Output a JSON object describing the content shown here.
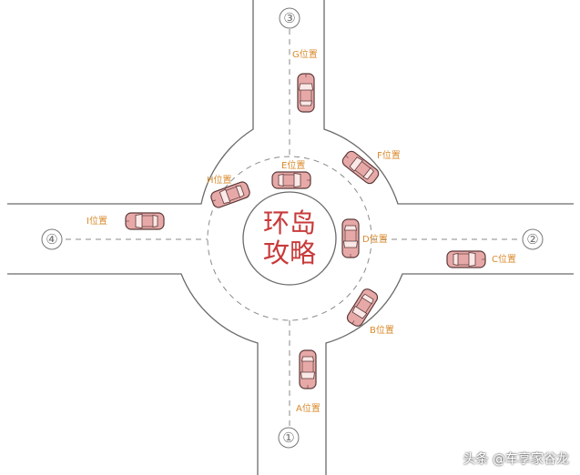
{
  "center_title": {
    "line1": "环岛",
    "line2": "攻略"
  },
  "exits": {
    "e1": "①",
    "e2": "②",
    "e3": "③",
    "e4": "④"
  },
  "labels": {
    "a": "A位置",
    "b": "B位置",
    "c": "C位置",
    "d": "D位置",
    "e": "E位置",
    "f": "F位置",
    "g": "G位置",
    "h": "H位置",
    "i": "I位置"
  },
  "watermark": "头条 @车享家谷龙",
  "colors": {
    "road_edge": "#6a6a6a",
    "dash": "#8a8a8a",
    "car_body": "#e7a9a7",
    "car_outline": "#5a3a3a",
    "label": "#d98a2c",
    "title": "#c83a3a"
  }
}
